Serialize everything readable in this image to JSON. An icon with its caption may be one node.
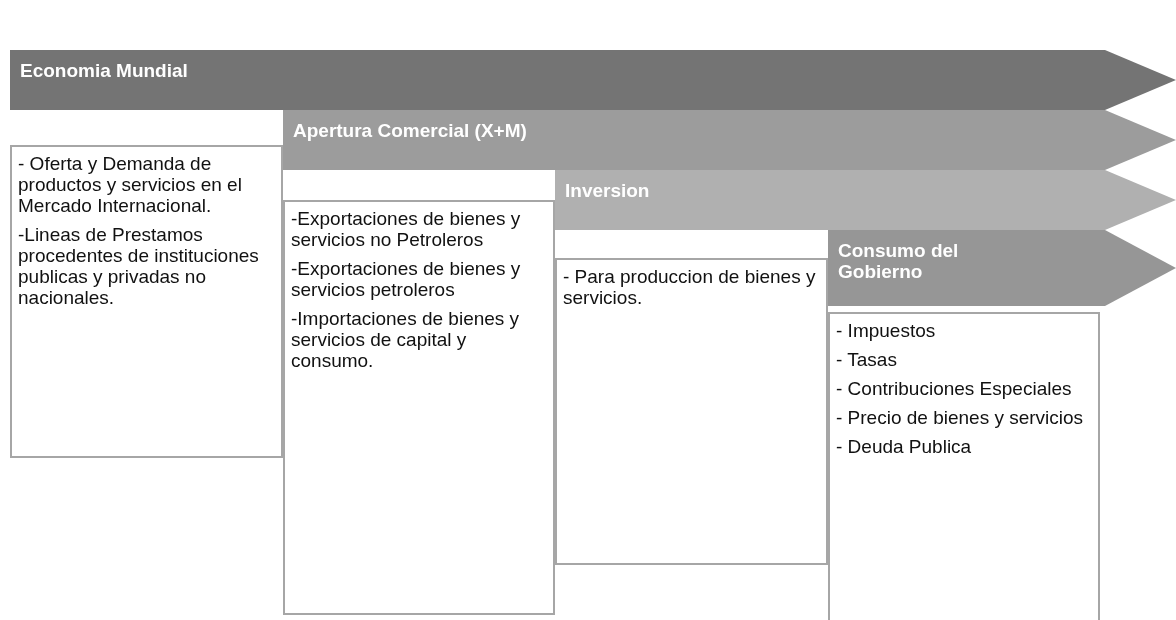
{
  "diagram": {
    "nodes": [
      {
        "text": [
          "Economia Mundial"
        ]
      },
      {
        "text": [
          "- Oferta y Demanda de productos y servicios en el Mercado Internacional.",
          "-Lineas de Prestamos procedentes de instituciones publicas y privadas no nacionales."
        ]
      },
      {
        "text": [
          "Apertura Comercial (X+M)"
        ]
      },
      {
        "text": [
          "-Exportaciones de bienes y servicios no Petroleros",
          "-Exportaciones de bienes y servicios petroleros",
          "-Importaciones de bienes y servicios de capital y consumo."
        ]
      },
      {
        "text": [
          "Inversion"
        ]
      },
      {
        "text": [
          "- Para produccion de bienes y servicios."
        ]
      },
      {
        "text": [
          "Consumo del Gobierno"
        ]
      },
      {
        "text": [
          "- Impuestos",
          "- Tasas",
          "- Contribuciones Especiales",
          "- Precio de bienes y servicios",
          "- Deuda Publica"
        ]
      }
    ]
  }
}
